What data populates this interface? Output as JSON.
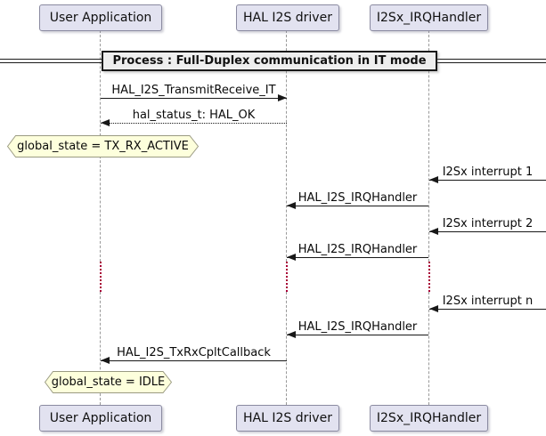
{
  "colors": {
    "participant_fill": "#E2E2F0",
    "participant_border": "#8a8aa0",
    "lifeline": "#999999",
    "arrow": "#181818",
    "note_fill": "#FDFFDC",
    "note_border": "#9a9a82",
    "delay_dot": "#A80036",
    "divider_fill": "#EEEEEE",
    "divider_border": "#1a1a1a"
  },
  "participants": [
    {
      "label": "User Application"
    },
    {
      "label": "HAL I2S driver"
    },
    {
      "label": "I2Sx_IRQHandler"
    }
  ],
  "divider": {
    "label": "Process : Full-Duplex communication in IT mode"
  },
  "messages": [
    {
      "label": "HAL_I2S_TransmitReceive_IT",
      "from": "User Application",
      "to": "HAL I2S driver",
      "style": "solid"
    },
    {
      "label": "hal_status_t: HAL_OK",
      "from": "HAL I2S driver",
      "to": "User Application",
      "style": "dotted"
    },
    {
      "label": "I2Sx interrupt 1",
      "from": "external",
      "to": "I2Sx_IRQHandler",
      "style": "solid"
    },
    {
      "label": "HAL_I2S_IRQHandler",
      "from": "I2Sx_IRQHandler",
      "to": "HAL I2S driver",
      "style": "solid"
    },
    {
      "label": "I2Sx interrupt 2",
      "from": "external",
      "to": "I2Sx_IRQHandler",
      "style": "solid"
    },
    {
      "label": "HAL_I2S_IRQHandler",
      "from": "I2Sx_IRQHandler",
      "to": "HAL I2S driver",
      "style": "solid"
    },
    {
      "label": "I2Sx interrupt n",
      "from": "external",
      "to": "I2Sx_IRQHandler",
      "style": "solid"
    },
    {
      "label": "HAL_I2S_IRQHandler",
      "from": "I2Sx_IRQHandler",
      "to": "HAL I2S driver",
      "style": "solid"
    },
    {
      "label": "HAL_I2S_TxRxCpltCallback",
      "from": "HAL I2S driver",
      "to": "User Application",
      "style": "solid"
    }
  ],
  "notes": [
    {
      "label": "global_state = TX_RX_ACTIVE",
      "over": "User Application"
    },
    {
      "label": "global_state = IDLE",
      "over": "User Application"
    }
  ],
  "delay": {
    "between": [
      "HAL_I2S_IRQHandler",
      "I2Sx interrupt n"
    ]
  }
}
